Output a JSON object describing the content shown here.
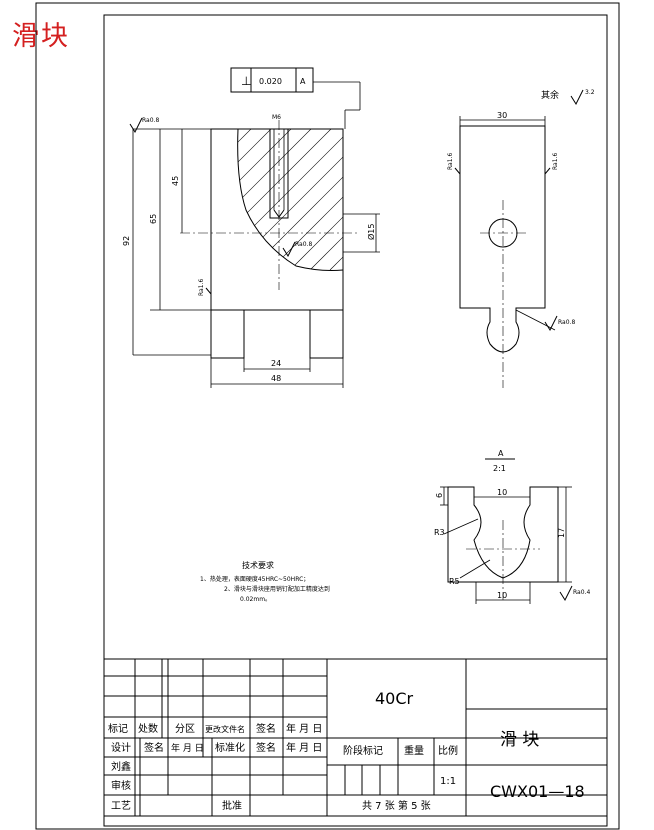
{
  "stamp_title": "滑块",
  "tolerance_frame": {
    "symbol": "⊥",
    "value": "0.020",
    "datum": "A"
  },
  "roughness": {
    "other": "其余",
    "other_value": "3.2",
    "top_left": "Ra0.8",
    "center": "Ra0.8",
    "left_face": "Ra1.6",
    "side_left": "Ra1.6",
    "side_right": "Ra1.6",
    "bottom_right": "Ra0.8",
    "detail": "Ra0.4"
  },
  "dims": {
    "m6": "M6",
    "d45": "45",
    "d65": "65",
    "d92": "92",
    "d24": "24",
    "d48": "48",
    "d15": "Ø15",
    "d30": "30"
  },
  "detail": {
    "label": "A",
    "scale": "2:1",
    "d6": "6",
    "d10_top": "10",
    "d17": "17",
    "r3": "R3",
    "r5": "R5",
    "d10_bottom": "10"
  },
  "tech_req": {
    "title": "技术要求",
    "line1": "1、热处理，表面硬度45HRC~50HRC；",
    "line2": "2、滑块与滑块座用销钉配加工精度达到",
    "line3": "0.02mm。"
  },
  "title_block": {
    "material": "40Cr",
    "part_name": "滑  块",
    "drawing_no": "CWX01—18",
    "row_labels": [
      "标记",
      "处数",
      "分区",
      "更改文件名",
      "签名",
      "年 月 日"
    ],
    "row2_labels": [
      "设计",
      "签名",
      "年 月 日",
      "标准化",
      "签名",
      "年 月 日"
    ],
    "left_labels": [
      "刘鑫",
      "审核",
      "工艺"
    ],
    "approve": "批准",
    "stage_mark": "阶段标记",
    "weight": "重量",
    "ratio_label": "比例",
    "ratio": "1:1",
    "sheets": "共 7 张  第 5 张"
  }
}
